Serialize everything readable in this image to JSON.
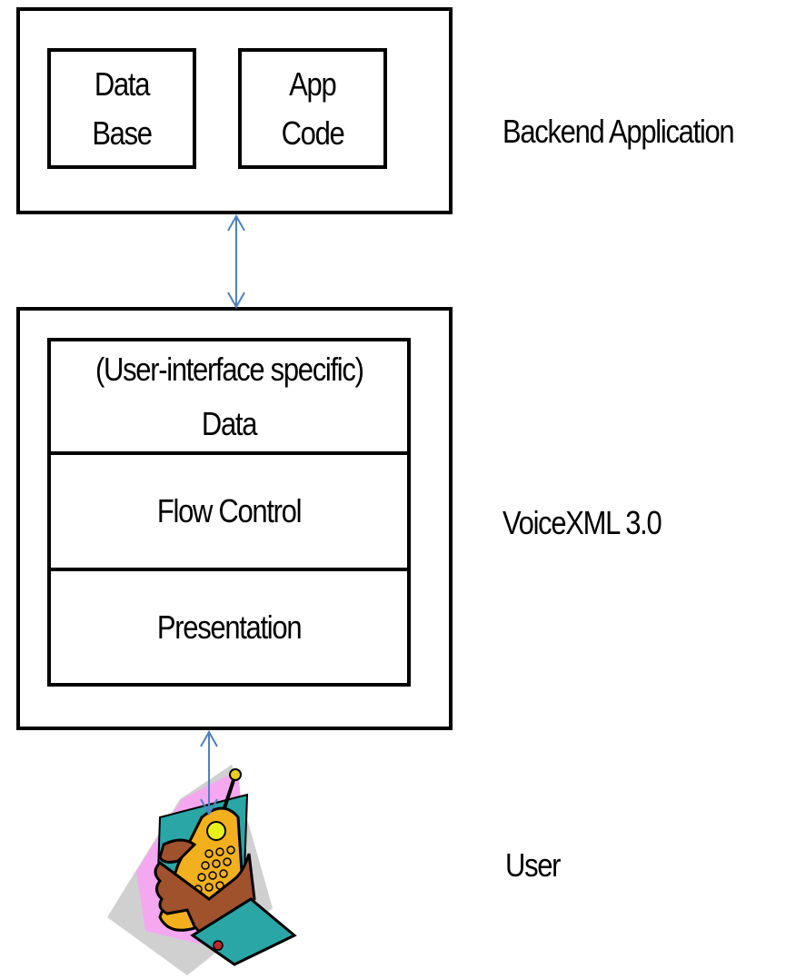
{
  "backend": {
    "database_line1": "Data",
    "database_line2": "Base",
    "appcode_line1": "App",
    "appcode_line2": "Code",
    "label": "Backend Application"
  },
  "voicexml": {
    "data_line1": "(User-interface specific)",
    "data_line2": "Data",
    "flow": "Flow Control",
    "presentation": "Presentation",
    "label": "VoiceXML 3.0"
  },
  "user": {
    "label": "User",
    "icon": "cellphone-in-hand-clipart-icon"
  },
  "colors": {
    "connector": "#4f81bd",
    "border": "#000000",
    "phone": "#f2b01e",
    "hand": "#a0522d",
    "cuff": "#2aa6a6",
    "shadow_pink": "#f5a8f0",
    "shadow_grey": "#d0d0d0"
  }
}
